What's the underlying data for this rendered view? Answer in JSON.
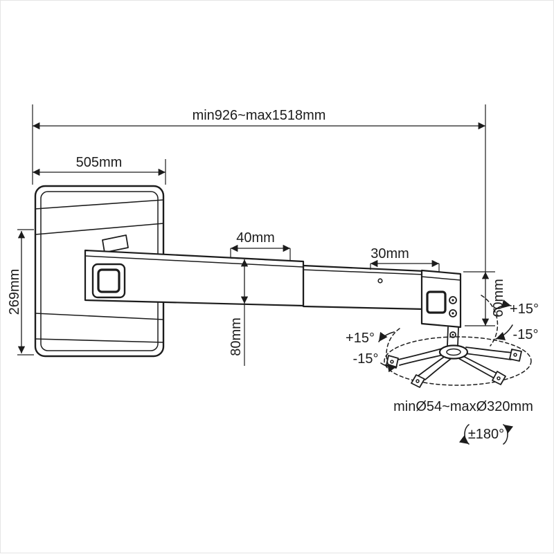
{
  "diagram": {
    "type": "projector-wall-mount-technical-drawing",
    "colors": {
      "line": "#1c1c1c",
      "background": "#ffffff"
    },
    "dimensions": {
      "total_length": "min926~max1518mm",
      "plate_width": "505mm",
      "plate_height": "269mm",
      "slot_length": "40mm",
      "bracket_offset": "30mm",
      "bracket_height": "60mm",
      "arm_height": "80mm",
      "tilt_right_up": "+15°",
      "tilt_right_down": "-15°",
      "tilt_left_up": "+15°",
      "tilt_left_down": "-15°",
      "spider_range": "minØ54~maxØ320mm",
      "rotation_range": "±180°"
    }
  }
}
